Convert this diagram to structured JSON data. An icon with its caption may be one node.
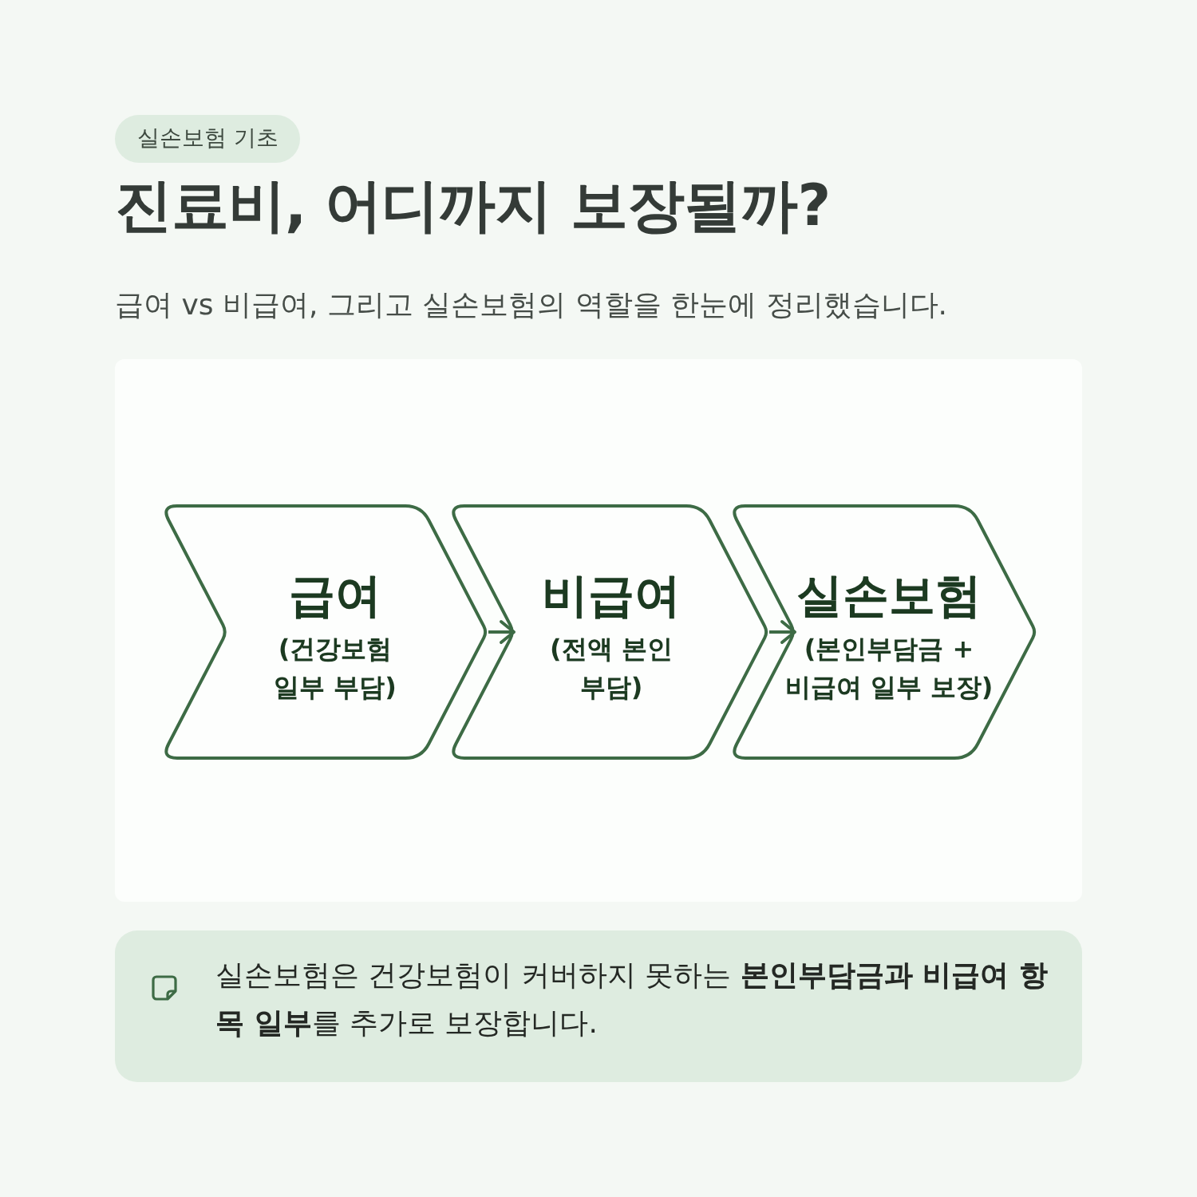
{
  "diagram": {
    "title": "진료비, 어디까지 보장될까?",
    "nodes": [
      {
        "text": [
          "실손보험 기초"
        ]
      },
      {
        "text": [
          "급여",
          "(건강보험 일부 부담)"
        ]
      },
      {
        "text": [
          "비급여",
          "(전액 본인 부담)"
        ]
      },
      {
        "text": [
          "실손보험",
          "(본인부담금 + 비급여 일부 보장)"
        ]
      },
      {
        "text": [
          "실손보험은 건강보험이 커버하지 못하는 **본인부담금과 비급여 항목 일부**를 추가로 보장합니다."
        ]
      }
    ],
    "edges": [
      {
        "from": 1,
        "to": 2,
        "arrow": "to"
      },
      {
        "from": 2,
        "to": 3,
        "arrow": "to"
      }
    ],
    "labels": [
      "급여 vs 비급여, 그리고 실손보험의 역할을 한눈에 정리했습니다."
    ]
  }
}
